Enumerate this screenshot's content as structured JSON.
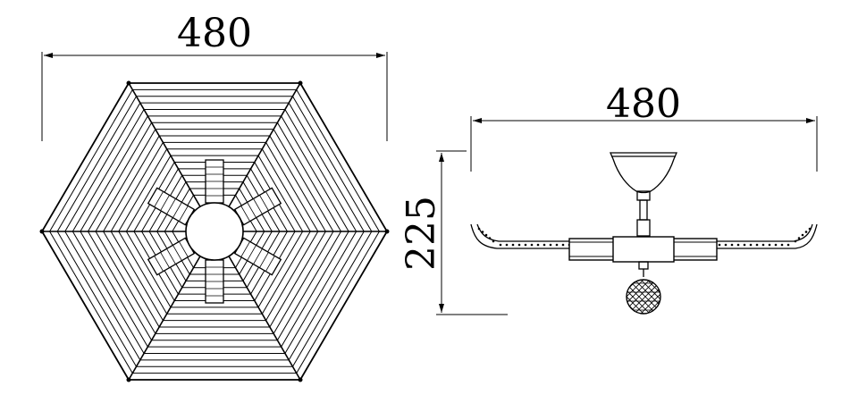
{
  "top_view": {
    "width_label": "480"
  },
  "side_view": {
    "width_label": "480",
    "height_label": "225"
  }
}
